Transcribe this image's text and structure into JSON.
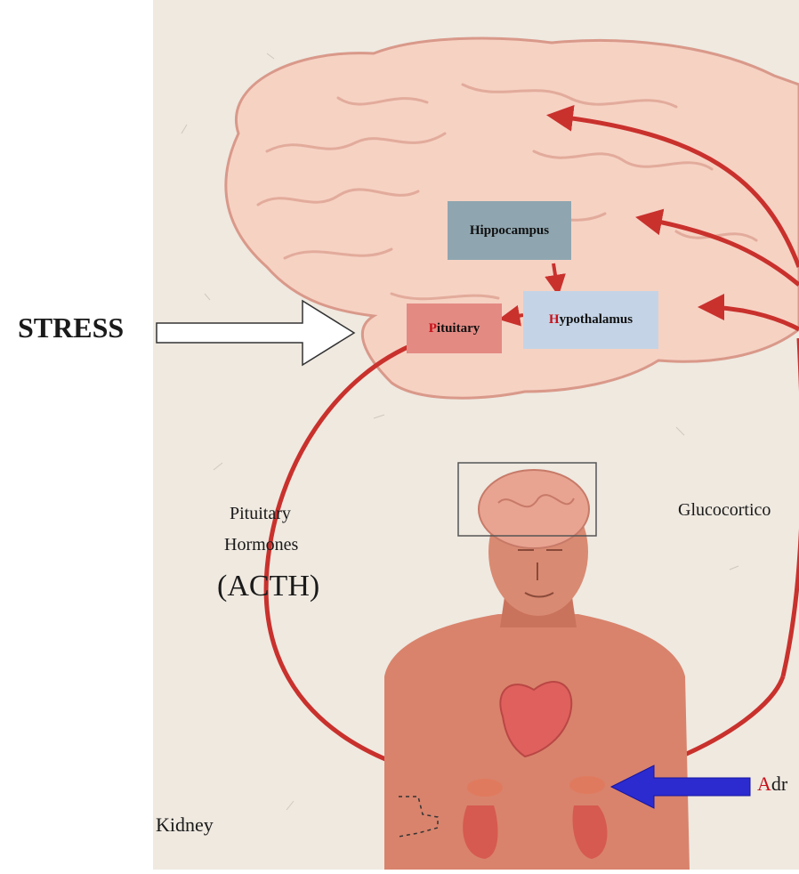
{
  "labels": {
    "stress": "STRESS",
    "hippocampus": "Hippocampus",
    "hypothalamus_initial": "H",
    "hypothalamus_rest": "ypothalamus",
    "pituitary_initial": "P",
    "pituitary_rest": "ituitary",
    "pituitary_hormones_line1": "Pituitary",
    "pituitary_hormones_line2": "Hormones",
    "acth": "(ACTH)",
    "glucocorticoids": "Glucocortico",
    "adrenal_initial": "A",
    "adrenal_rest": "dr",
    "kidney": "Kidney"
  },
  "colors": {
    "paper": "#efe9e0",
    "brain": "#f6d2c3",
    "brain_outline": "#d9998a",
    "feedback_arrow": "#c9312d",
    "hippocampus_box": "#8fa6b0",
    "hypothalamus_box": "#c4d4e6",
    "pituitary_box": "#e38a83",
    "adrenal_arrow": "#2b2bd0",
    "skin": "#d9836c",
    "heart": "#e0605e"
  },
  "icons": [
    "stress-input-arrow",
    "adrenal-pointer-arrow"
  ]
}
